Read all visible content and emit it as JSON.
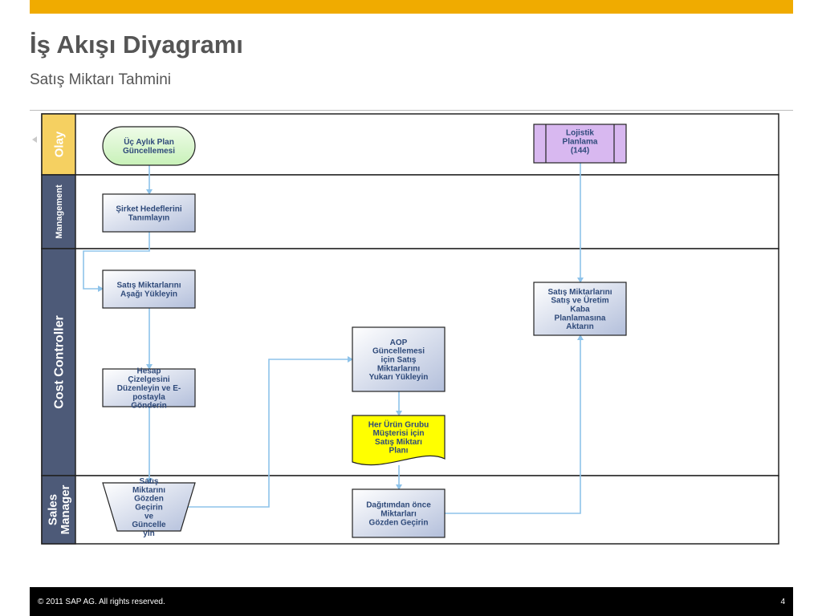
{
  "slide": {
    "title": "İş Akışı Diyagramı",
    "subtitle": "Satış Miktarı Tahmini",
    "footer_copyright": "©  2011 SAP AG. All rights reserved.",
    "page_number": "4"
  },
  "lanes": [
    {
      "id": "olay",
      "label": "Olay",
      "label_color": "#f5d061"
    },
    {
      "id": "management",
      "label": "Management",
      "label_color": "#4d5a78"
    },
    {
      "id": "cost-controller",
      "label": "Cost Controller",
      "label_color": "#4d5a78"
    },
    {
      "id": "sales-manager",
      "label": "Sales Manager",
      "label_color": "#4d5a78"
    }
  ],
  "nodes": [
    {
      "id": "n1",
      "shape": "terminator",
      "lane": "olay",
      "lines": [
        "Üç Aylık Plan",
        "Güncellemesi"
      ]
    },
    {
      "id": "n2",
      "shape": "process-double",
      "lane": "olay",
      "lines": [
        "Lojistik",
        "Planlama",
        "(144)"
      ]
    },
    {
      "id": "n3",
      "shape": "process",
      "lane": "management",
      "lines": [
        "Şirket Hedeflerini",
        "Tanımlayın"
      ]
    },
    {
      "id": "n4",
      "shape": "process",
      "lane": "cost-controller",
      "lines": [
        "Satış Miktarlarını",
        "Aşağı Yükleyin"
      ]
    },
    {
      "id": "n5",
      "shape": "process",
      "lane": "cost-controller",
      "lines": [
        "Hesap",
        "Çizelgesini",
        "Düzenleyin ve E-",
        "postayla",
        "Gönderin"
      ]
    },
    {
      "id": "n6",
      "shape": "process",
      "lane": "cost-controller",
      "lines": [
        "AOP",
        "Güncellemesi",
        "için Satış",
        "Miktarlarını",
        "Yukarı Yükleyin"
      ]
    },
    {
      "id": "n7",
      "shape": "document",
      "lane": "cost-controller",
      "lines": [
        "Her Ürün Grubu",
        "Müşterisi için",
        "Satış Miktarı",
        "Planı"
      ]
    },
    {
      "id": "n8",
      "shape": "process",
      "lane": "cost-controller",
      "lines": [
        "Satış Miktarlarını",
        "Satış ve Üretim",
        "Kaba",
        "Planlamasına",
        "Aktarın"
      ]
    },
    {
      "id": "n9",
      "shape": "manual-operation",
      "lane": "sales-manager",
      "lines": [
        "Satış",
        "Miktarını",
        "Gözden",
        "Geçirin",
        "ve",
        "Güncelle",
        "yin"
      ]
    },
    {
      "id": "n10",
      "shape": "process",
      "lane": "sales-manager",
      "lines": [
        "Dağıtımdan önce",
        "Miktarları",
        "Gözden Geçirin"
      ]
    }
  ],
  "edges": [
    {
      "from": "n1",
      "to": "n3"
    },
    {
      "from": "n3",
      "to": "n4"
    },
    {
      "from": "n4",
      "to": "n5"
    },
    {
      "from": "n5",
      "to": "n9"
    },
    {
      "from": "n9",
      "to": "n6"
    },
    {
      "from": "n6",
      "to": "n7"
    },
    {
      "from": "n7",
      "to": "n10"
    },
    {
      "from": "n10",
      "to": "n8"
    },
    {
      "from": "n2",
      "to": "n8"
    }
  ],
  "colors": {
    "accent": "#f0ab00",
    "edge": "#8ec3ea",
    "process_fill_top": "#ffffff",
    "process_fill_bottom": "#b7c3dd",
    "terminator_fill": "#ddf8d2",
    "double_fill": "#d8b8f0",
    "document_fill": "#ffff00"
  }
}
